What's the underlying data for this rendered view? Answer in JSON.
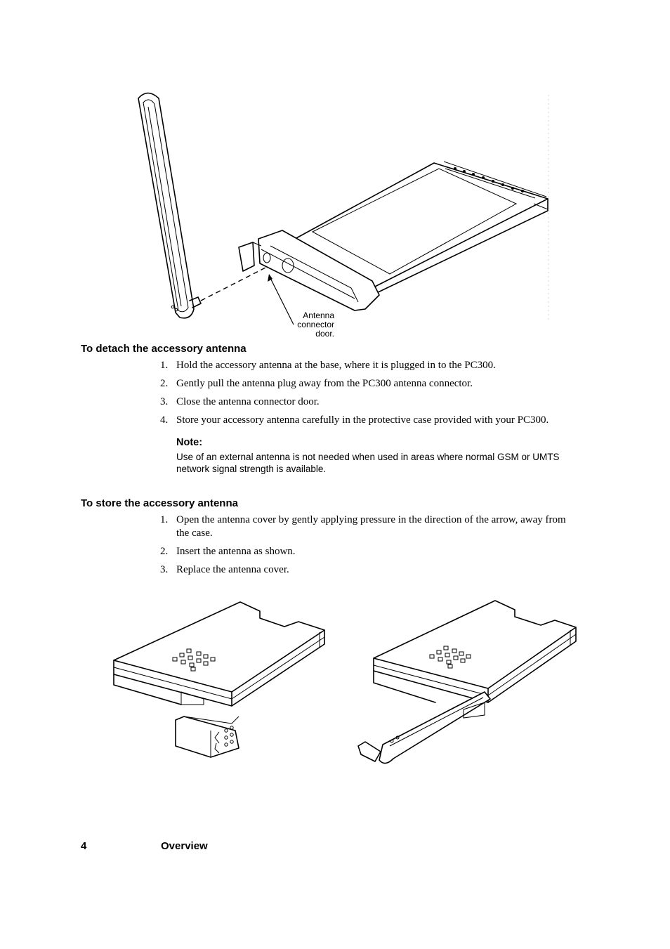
{
  "figure_top": {
    "callout": [
      "Antenna",
      "connector",
      "door."
    ]
  },
  "detach": {
    "heading": "To detach the accessory antenna",
    "steps": [
      {
        "num": "1.",
        "text": "Hold the accessory antenna at the base, where it is plugged in to the PC300."
      },
      {
        "num": "2.",
        "text": "Gently pull the antenna plug away from the PC300 antenna connector."
      },
      {
        "num": "3.",
        "text": "Close the antenna connector door."
      },
      {
        "num": "4.",
        "text": "Store your accessory antenna carefully in the protective case provided with your PC300."
      }
    ]
  },
  "note": {
    "title": "Note:",
    "lines": [
      "Use of an external antenna is not needed when used in areas where normal GSM or UMTS",
      "network signal strength is available."
    ]
  },
  "store": {
    "heading": "To store the accessory antenna",
    "steps": [
      {
        "num": "1.",
        "lines": [
          "Open the antenna cover by gently applying pressure in the direction of the arrow, away from",
          "the case."
        ]
      },
      {
        "num": "2.",
        "lines": [
          "Insert the antenna as shown."
        ]
      },
      {
        "num": "3.",
        "lines": [
          "Replace the antenna cover."
        ]
      }
    ]
  },
  "footer": {
    "page_number": "4",
    "section": "Overview"
  }
}
